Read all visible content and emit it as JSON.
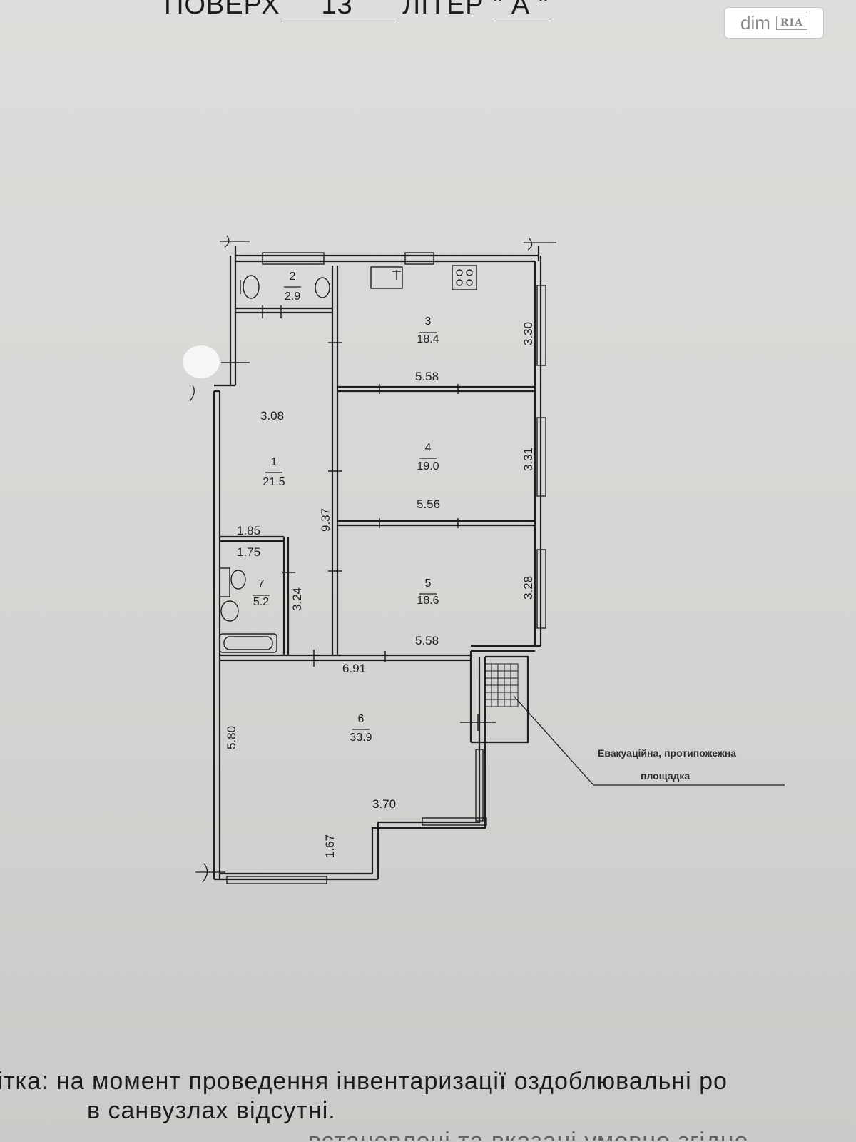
{
  "header": {
    "floor_label": "ПОВЕРХ",
    "floor_number": "13",
    "letter_label": "ЛІТЕР",
    "letter_value": "\" А \""
  },
  "watermark": {
    "text": "dim",
    "badge": "RIA"
  },
  "rooms": [
    {
      "number": "1",
      "area": "21.5"
    },
    {
      "number": "2",
      "area": "2.9"
    },
    {
      "number": "3",
      "area": "18.4"
    },
    {
      "number": "4",
      "area": "19.0"
    },
    {
      "number": "5",
      "area": "18.6"
    },
    {
      "number": "6",
      "area": "33.9"
    },
    {
      "number": "7",
      "area": "5.2"
    }
  ],
  "dimensions": {
    "room1_width": "3.08",
    "room1_length": "9.37",
    "room3_length": "5.58",
    "room3_width": "3.30",
    "room4_length": "5.56",
    "room4_width": "3.31",
    "room5_length": "5.58",
    "room5_width": "3.28",
    "room7_outer": "1.85",
    "room7_inner": "1.75",
    "room7_length": "3.24",
    "room6_top": "6.91",
    "room6_height": "5.80",
    "room6_step": "3.70",
    "room6_step_height": "1.67"
  },
  "annotation": {
    "line1": "Евакуаційна, протипожежна",
    "line2": "площадка"
  },
  "note": {
    "line1": "мітка: на момент  проведення  інвентаризації оздоблювальні ро",
    "line2": "в санвузлах  відсутні.",
    "line3": "встановлені та вказані умовно згідно"
  },
  "colors": {
    "ink": "#1e1e1e",
    "paper": "#d8dad7"
  }
}
